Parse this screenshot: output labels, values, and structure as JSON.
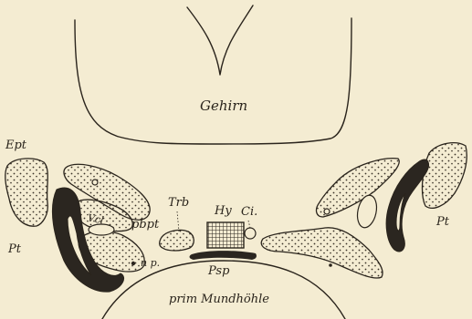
{
  "labels": {
    "brain": "Gehirn",
    "ept": "Ept",
    "trb": "Trb",
    "hy": "Hy",
    "ci": "Ci.",
    "vcl": "Vcl",
    "pbpt": "pbpt",
    "pt_left": "Pt",
    "pt_right": "Pt",
    "np": "n p.",
    "psp": "Psp",
    "mouth": "prim Mundhöhle"
  },
  "colors": {
    "paper": "#f4ecd2",
    "ink": "#2a241c",
    "dark_fill": "#2b2620"
  }
}
